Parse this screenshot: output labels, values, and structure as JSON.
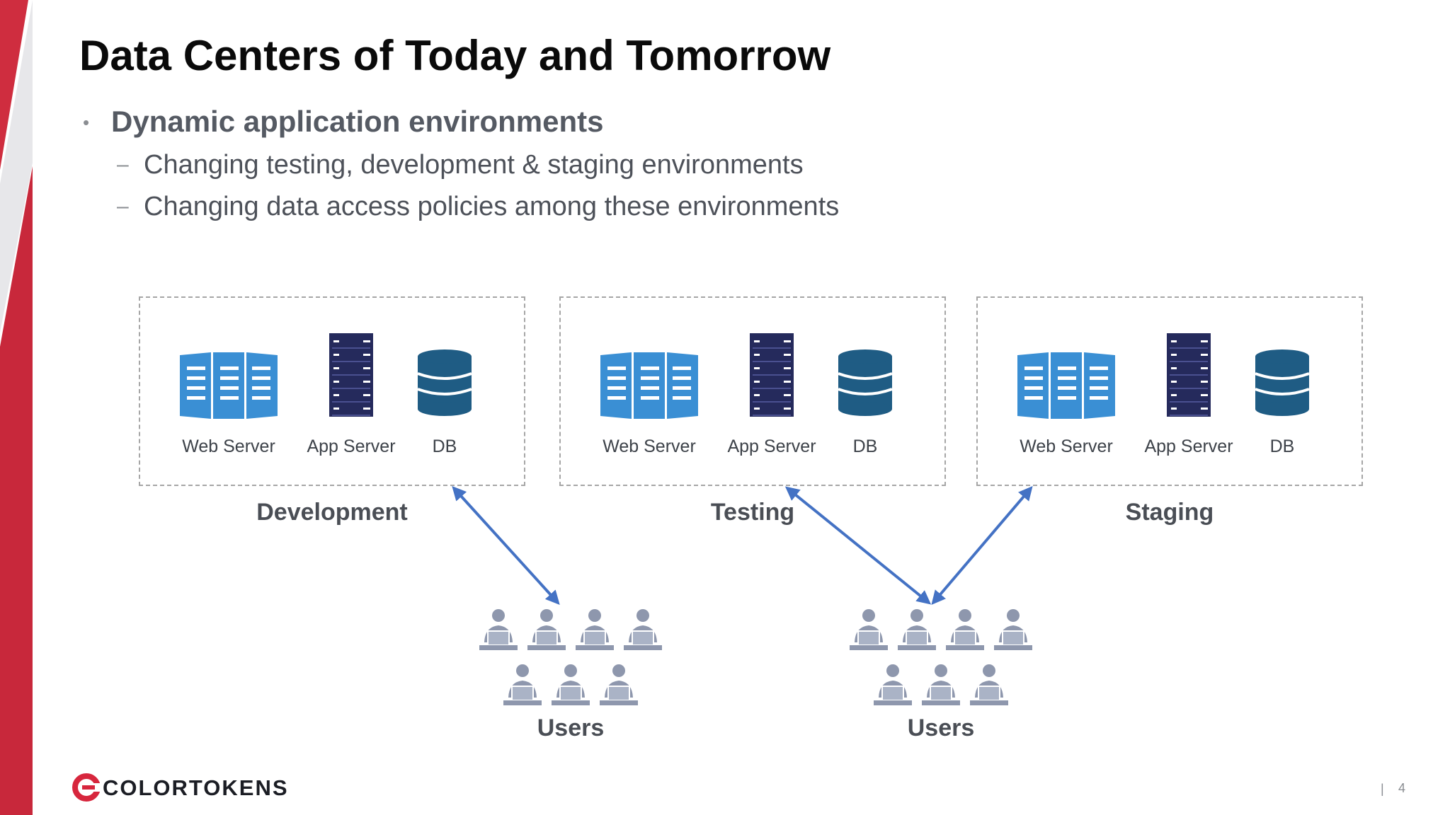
{
  "title": "Data Centers of Today and Tomorrow",
  "bullets": {
    "main": "Dynamic application environments",
    "subs": [
      "Changing testing, development & staging environments",
      "Changing data access policies among these environments"
    ]
  },
  "diagram": {
    "environments": [
      {
        "name": "Development",
        "servers": [
          "Web Server",
          "App Server",
          "DB"
        ]
      },
      {
        "name": "Testing",
        "servers": [
          "Web Server",
          "App Server",
          "DB"
        ]
      },
      {
        "name": "Staging",
        "servers": [
          "Web Server",
          "App Server",
          "DB"
        ]
      }
    ],
    "user_groups": [
      {
        "label": "Users",
        "connects_to": [
          "Development"
        ]
      },
      {
        "label": "Users",
        "connects_to": [
          "Testing",
          "Staging"
        ]
      }
    ]
  },
  "footer": {
    "brand": "COLORTOKENS",
    "page_number": "4"
  },
  "colors": {
    "accent_red": "#c8283b",
    "web_server_blue": "#3a8fd4",
    "app_server_navy": "#252a5c",
    "db_teal": "#1f5c84",
    "arrow_blue": "#4472c4",
    "user_gray": "#8e97ad"
  },
  "icons": {
    "web_server": "web-server-icon",
    "app_server": "app-server-icon",
    "db": "database-icon",
    "user": "user-computer-icon"
  }
}
